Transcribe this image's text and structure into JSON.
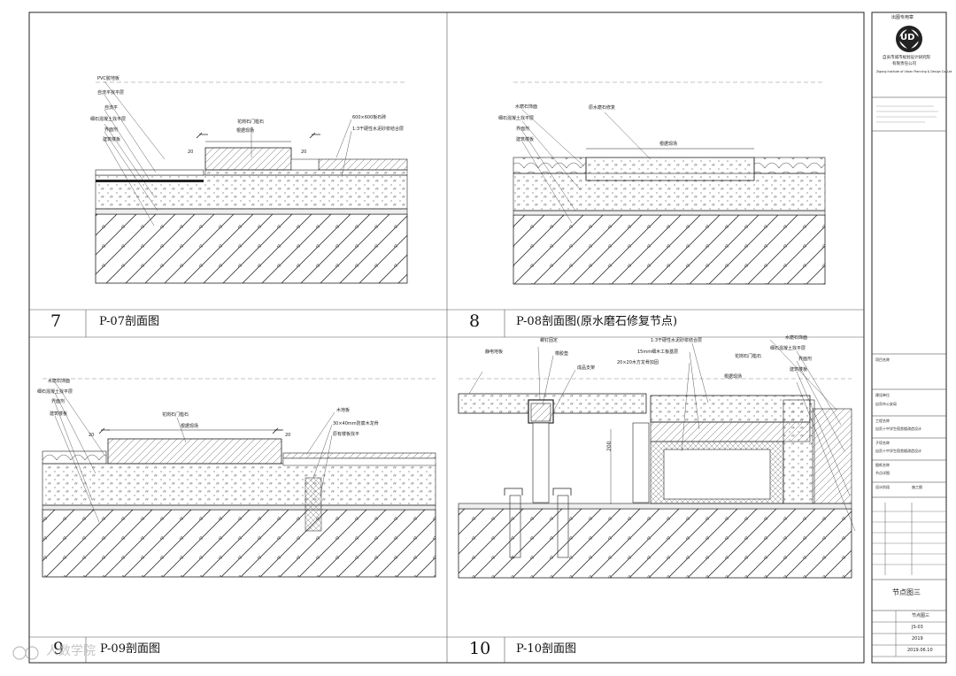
{
  "sheet": {
    "title": "节点图三"
  },
  "details": [
    {
      "number": "7",
      "title": "P-07剖面图",
      "labels": [
        "PVC胶地板",
        "自流平找平层",
        "自流平",
        "细石混凝土找平层",
        "界面剂",
        "建筑楼板",
        "花岗石门槛石",
        "根据现场",
        "600×600板石砖",
        "1:3干硬性水泥砂浆结合层"
      ],
      "dims": [
        "20",
        "20"
      ]
    },
    {
      "number": "8",
      "title": "P-08剖面图(原水磨石修复节点)",
      "labels": [
        "水磨石饰面",
        "细石混凝土找平层",
        "界面剂",
        "建筑楼板",
        "原水磨石修复",
        "根据现场"
      ],
      "dims": []
    },
    {
      "number": "9",
      "title": "P-09剖面图",
      "labels": [
        "水磨石饰面",
        "细石混凝土找平层",
        "界面剂",
        "建筑楼板",
        "花岗石门槛石",
        "根据现场",
        "木地板",
        "30×40mm防腐木龙骨",
        "原有楼板找平"
      ],
      "dims": [
        "20",
        "20"
      ]
    },
    {
      "number": "10",
      "title": "P-10剖面图",
      "labels": [
        "静电地板",
        "螺钉固定",
        "橡胶垫",
        "成品支架",
        "1:3干硬性水泥砂浆结合层",
        "15mm细木工板基层",
        "20×20木方龙骨加固",
        "花岗石门槛石",
        "根据现场",
        "水磨石饰面",
        "细石混凝土找平层",
        "界面剂",
        "建筑楼板"
      ],
      "dims": [
        "200"
      ]
    }
  ],
  "title_block": {
    "stamp_label": "出图专用章",
    "logo_text": "UD",
    "company_lines": [
      "自贡市城市规划设计研究院",
      "有限责任公司"
    ],
    "company_en": "Zigong Institute of Urban Planning & Design Co.,Ltd",
    "field_labels": [
      "项目名称",
      "建设单位",
      "工程名称",
      "子项名称",
      "图纸名称",
      "设计阶段"
    ],
    "field_values": [
      "自贡市公安局",
      "自贡十中学生宿舍楼改造设计",
      "自贡十中学生宿舍楼改造设计",
      "节点详图",
      "施工图"
    ],
    "sheet_label": "节点图三",
    "drawing_no": "JS-03",
    "year": "2019",
    "date": "2019.06.10"
  },
  "watermark": {
    "text": "人数学院"
  }
}
